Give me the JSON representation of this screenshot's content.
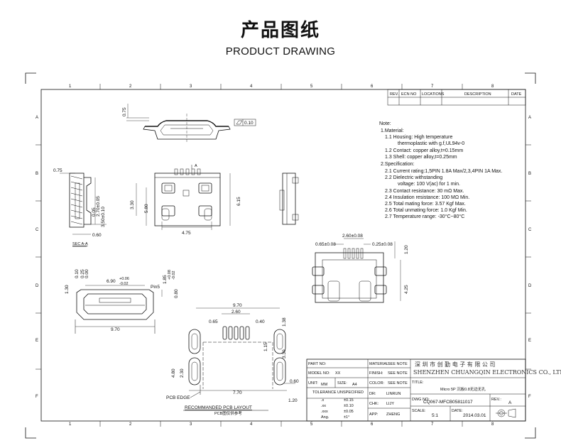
{
  "header": {
    "title_cn": "产品图纸",
    "title_en": "PRODUCT DRAWING"
  },
  "grid": {
    "cols": [
      "1",
      "2",
      "3",
      "4",
      "5",
      "6",
      "7",
      "8"
    ],
    "rows": [
      "A",
      "B",
      "C",
      "D",
      "E",
      "F"
    ]
  },
  "revision_table": {
    "headers": [
      "REV.",
      "ECN NO",
      "LOCATIONS",
      "DESCRIPTION",
      "DATE"
    ]
  },
  "notes": {
    "title": "Note:",
    "lines": [
      "1.Material:",
      "1.1 Housing: High temperature",
      "thermoplastic with g.f,UL94v-0",
      "1.2 Contact: copper alloy,t=0.15mm",
      "1.3 Shell: copper alloy,t=0.25mm",
      "2.Specification:",
      "2.1 Current rating:1,5PIN 1.8A Max/2,3,4PIN 1A Max.",
      "2.2 Dielectric withstanding",
      "voltage: 100 V(ac) for 1 min.",
      "2.3 Contact resistance: 30 mΩ Max.",
      "2.4 Insulation resistance: 100 MΩ Min.",
      "2.5 Total mating force: 3.57 Kgf Max.",
      "2.6 Total unmating force: 1.0 Kgf Min.",
      "2.7 Temperature range: -30°C~80°C"
    ]
  },
  "dims": {
    "d075a": "0.75",
    "flat": "0.10",
    "d075b": "0.75",
    "d330a": "3.30",
    "d580": "5.80",
    "d615": "6.15",
    "d475": "4.75",
    "d060a": "0.60",
    "d005": "0.05",
    "d270": "2.70±0.05",
    "d350": "3.50±0.10",
    "sec": "SEC A-A",
    "secA": "A",
    "d260a": "2.60±0.08",
    "d065a": "0.65±0.08",
    "d025": "0.25±0.08",
    "d120a": "1.20",
    "d425": "4.25",
    "d010": "0.10",
    "d025b": "0.25",
    "d000": "0.00",
    "d690": "6.90",
    "d006": "+0.06",
    "d002": "-0.02",
    "pin5": "Pin5",
    "d185": "1.85",
    "d008": "+0.08",
    "d002b": "-0.02",
    "d130": "1.30",
    "d080": "0.80",
    "d970a": "9.70",
    "d970b": "9.70",
    "d260b": "2.60",
    "d065b": "0.65",
    "d040": "0.40",
    "d138": "1.38",
    "d115": "1.15",
    "d330b": "3.30",
    "d480": "4.80",
    "d230": "2.30",
    "d060b": "0.60",
    "d770": "7.70",
    "d120b": "1.20",
    "pcb_edge": "PCB EDGE",
    "layout_en": "RECOMMANDED PCB LAYOUT",
    "layout_cn": "PCB图仅供参考"
  },
  "title_block": {
    "part_no_label": "PART NO:",
    "part_no": "",
    "model_no_label": "MODEL NO:",
    "model_no": "XX",
    "unit_label": "UNIT:",
    "unit": "MM",
    "size_label": "SIZE:",
    "size": "A4",
    "tolerance_label": "TOLERANCE UNSPECIFIED",
    "tolerances": [
      {
        "k": ".x",
        "v": "±0.15"
      },
      {
        "k": ".xx",
        "v": "±0.10"
      },
      {
        "k": ".xxx",
        "v": "±0.05"
      },
      {
        "k": "Ang.",
        "v": "±1°"
      }
    ],
    "material_label": "MATERIAL:",
    "material": "SEE NOTE",
    "finish_label": "FINISH:",
    "finish": "SEE NOTE",
    "color_label": "COLOR:",
    "color": "SEE NOTE",
    "dr_label": "DR:",
    "dr": "LINRUN",
    "chk_label": "CHK:",
    "chk": "LIJY",
    "app_label": "APP:",
    "app": "ZHENG",
    "company_cn": "深 圳 市 创 勤 电 子 有 限 公 司",
    "company_en": "SHENZHEN CHUANGQIN ELECTRONICS CO., LTD.",
    "title_label": "TITLE:",
    "title": "Micro 5P 沉板0.8无边无孔",
    "dwg_label": "DWG NO:",
    "dwg": "CQ067-MFCB05811017",
    "rev_label": "REV.:",
    "rev": "A",
    "scale_label": "SCALE:",
    "scale": "5:1",
    "date_label": "DATE:",
    "date": "2014.03.01"
  }
}
